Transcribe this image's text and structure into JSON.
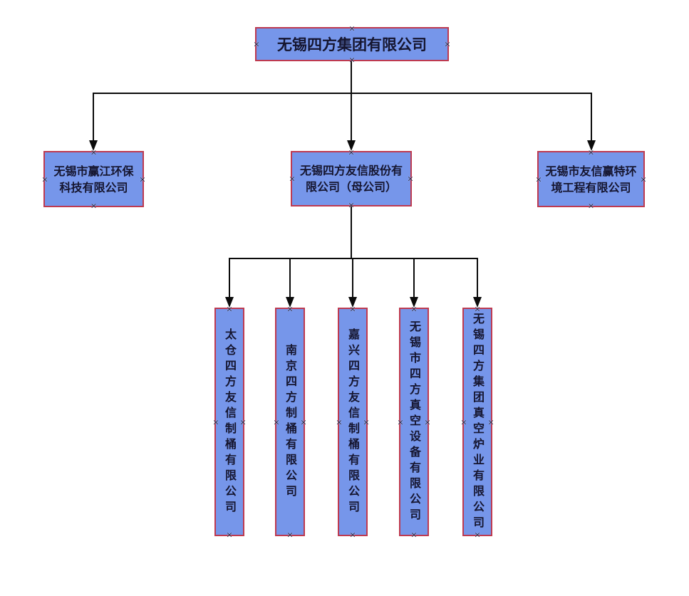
{
  "chart": {
    "title": "无锡四方集团有限公司",
    "root": {
      "label": "无锡四方集团有限公司"
    },
    "level2": [
      {
        "label": "无锡市赢江环保科技有限公司",
        "lines": [
          "无锡市赢江环保",
          "科技有限公司"
        ]
      },
      {
        "label": "无锡四方友信股份有限公司（母公司）",
        "lines": [
          "无锡四方友信股份有",
          "限公司（母公司）"
        ]
      },
      {
        "label": "无锡市友信赢特环境工程有限公司",
        "lines": [
          "无锡市友信赢特环",
          "境工程有限公司"
        ]
      }
    ],
    "level3": [
      {
        "label": "太仓四方友信制桶有限公司"
      },
      {
        "label": "南京四方制桶有限公司"
      },
      {
        "label": "嘉兴四方友信制桶有限公司"
      },
      {
        "label": "无锡市四方真空设备有限公司"
      },
      {
        "label": "无锡四方集团真空炉业有限公司"
      }
    ]
  },
  "icons": {
    "connection_handle": "×"
  },
  "colors": {
    "background": "#FFFFFF",
    "box_fill": "#7696EA",
    "box_border": "#BE3A50",
    "label_text": "#15152F",
    "connector": "#0B0B0B"
  }
}
